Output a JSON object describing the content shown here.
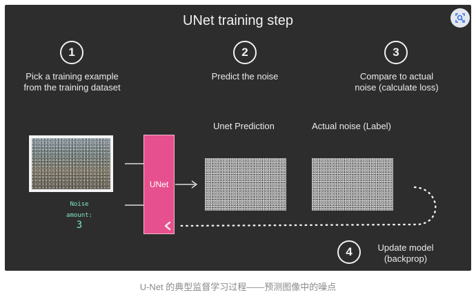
{
  "diagram": {
    "title": "UNet training step",
    "steps": [
      {
        "number": "1",
        "text_line1": "Pick a training example",
        "text_line2": "from the training dataset"
      },
      {
        "number": "2",
        "text_line1": "Predict the noise",
        "text_line2": ""
      },
      {
        "number": "3",
        "text_line1": "Compare to actual",
        "text_line2": "noise (calculate loss)"
      },
      {
        "number": "4",
        "text_line1": "Update model",
        "text_line2": "(backprop)"
      }
    ],
    "noise_label_line1": "Noise",
    "noise_label_line2": "amount:",
    "noise_amount": "3",
    "unet_label": "UNet",
    "unet_prediction_label": "Unet Prediction",
    "actual_noise_label": "Actual noise (Label)"
  },
  "caption": "U-Net 的典型监督学习过程——预测图像中的噪点",
  "icons": {
    "image_search": "lens-search-icon"
  },
  "colors": {
    "panel_bg": "#2d2d2d",
    "unet_block": "#e7508e",
    "noise_text": "#7ee8c4"
  }
}
